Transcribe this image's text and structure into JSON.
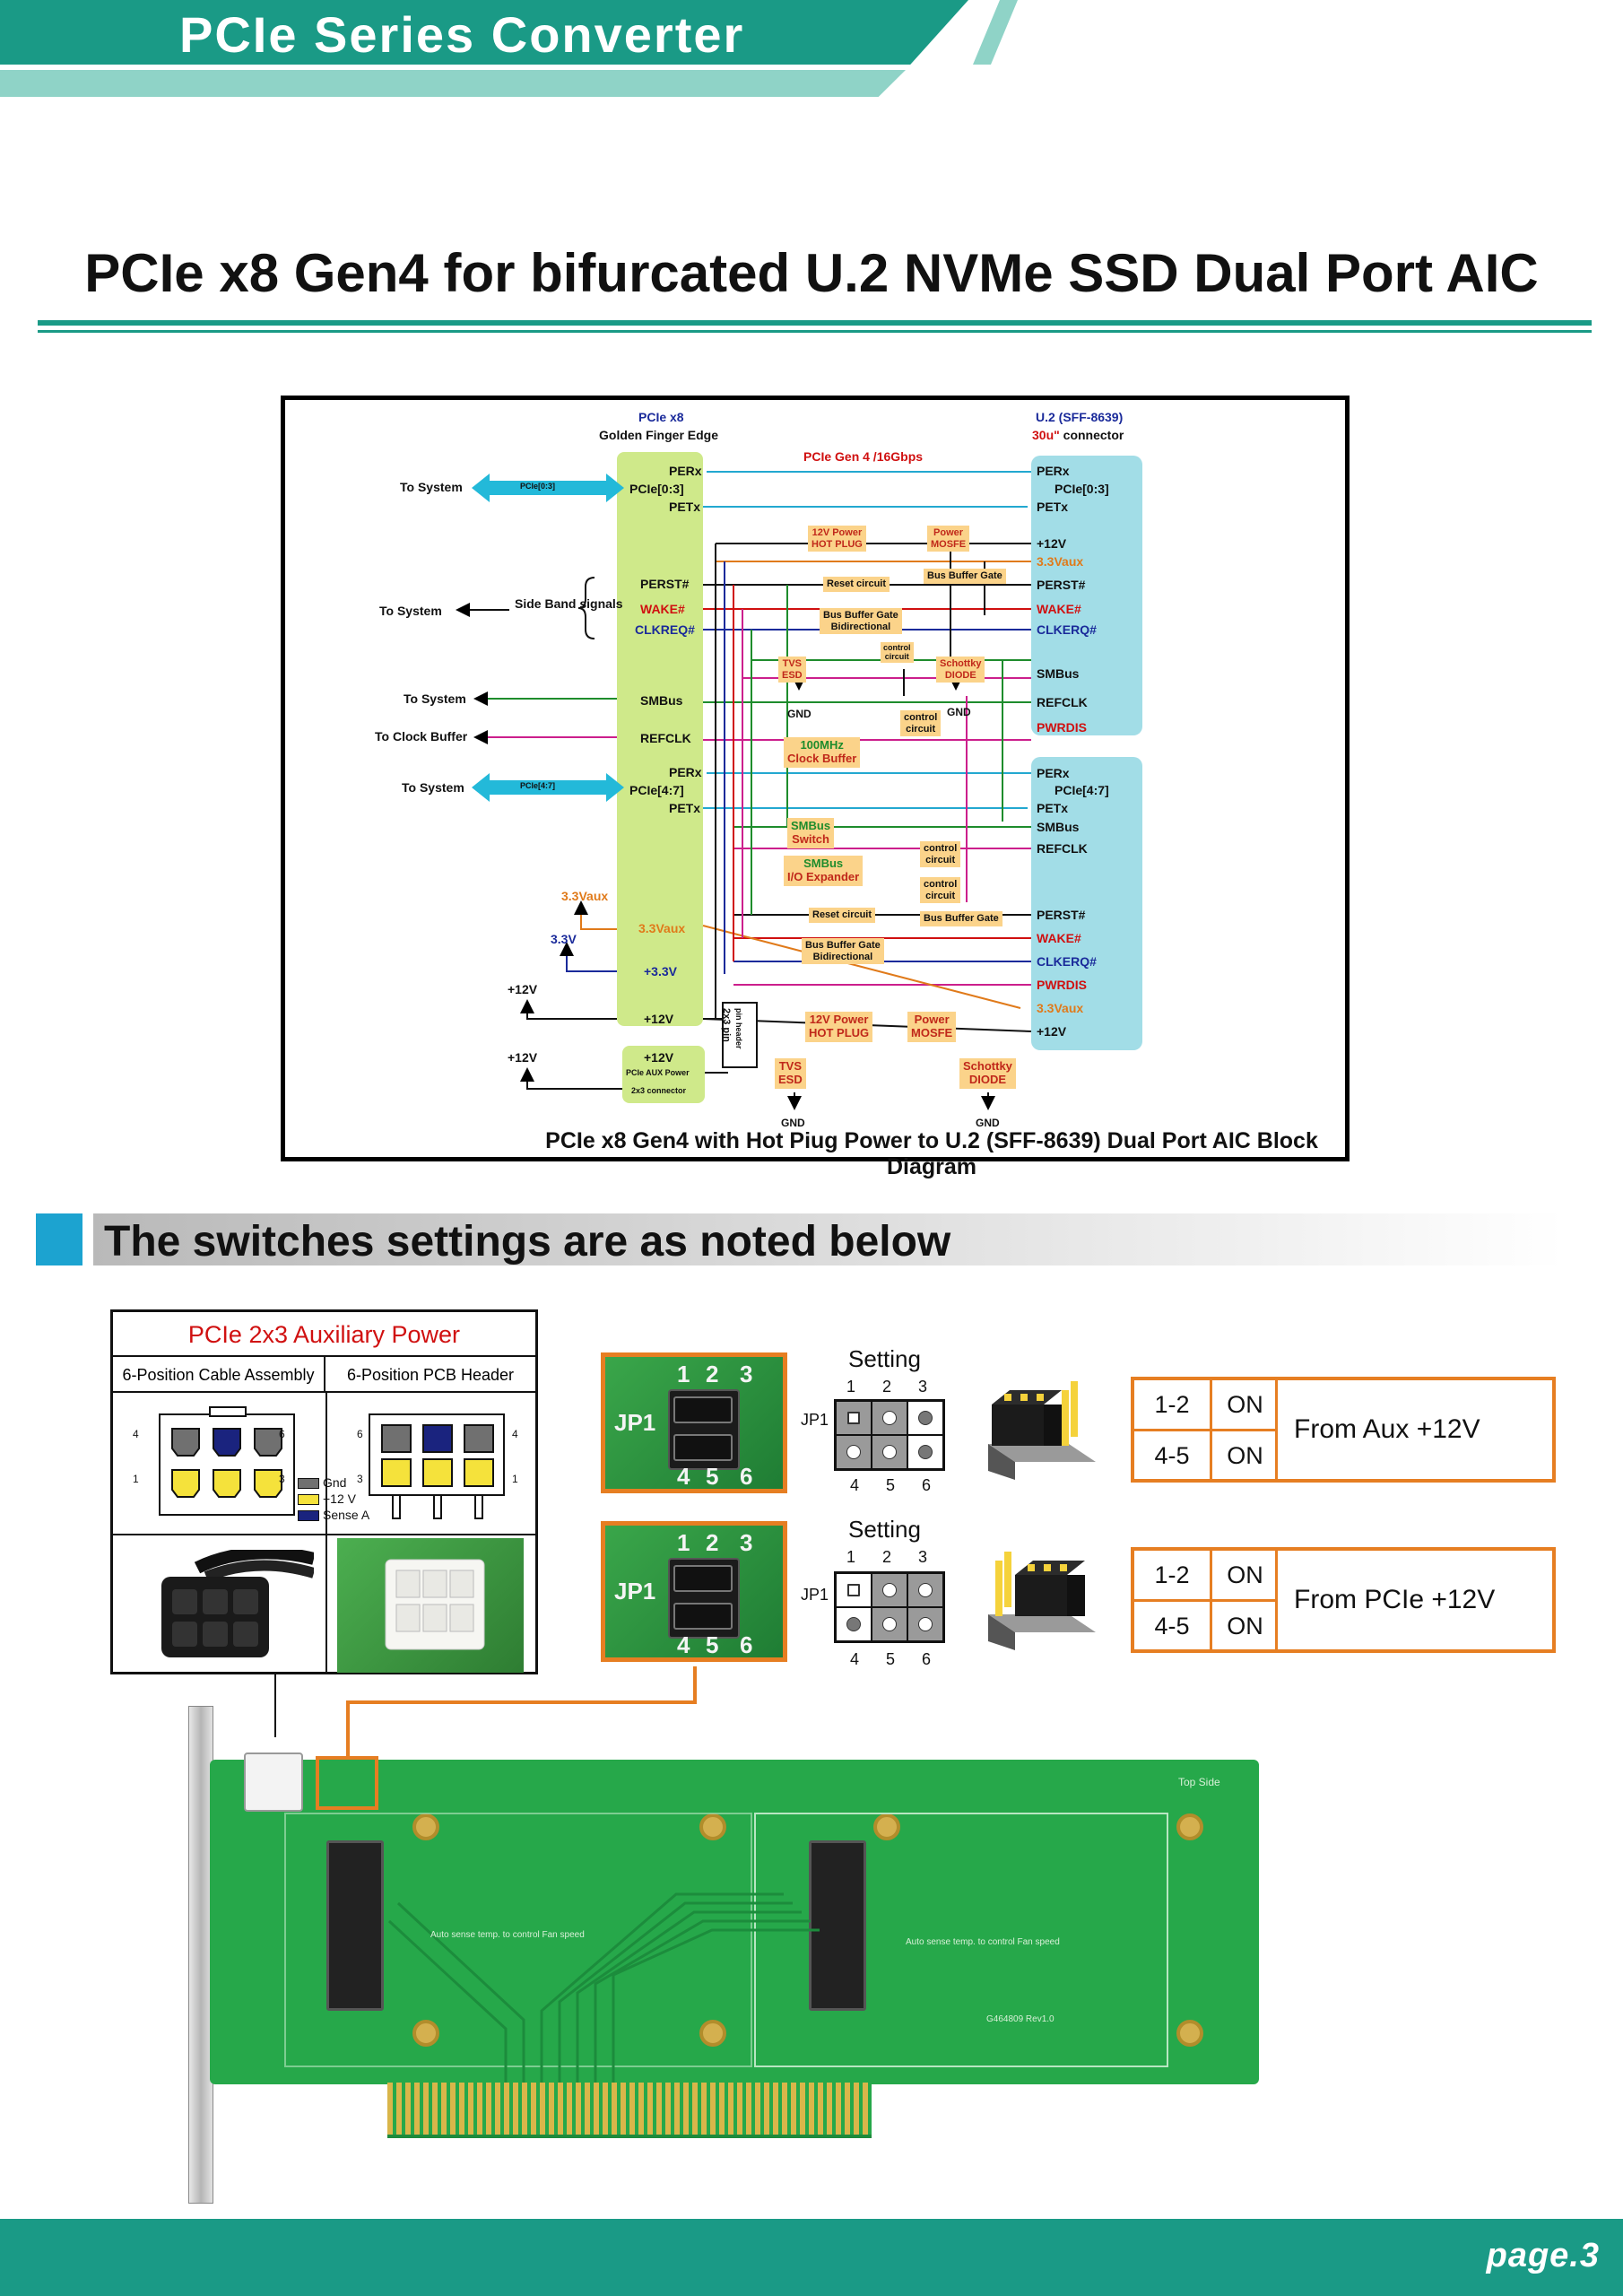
{
  "header": {
    "series_title": "PCIe Series Converter"
  },
  "main_title": "PCIe x8 Gen4 for bifurcated U.2 NVMe SSD Dual Port AIC",
  "diagram": {
    "caption": "PCIe x8 Gen4 with Hot Piug Power to U.2 (SFF-8639) Dual Port AIC Block Diagram",
    "left_header": {
      "line1": "PCIe x8",
      "line2": "Golden Finger Edge"
    },
    "right_header": {
      "line1": "U.2 (SFF-8639)",
      "line2a": "30u\"",
      "line2b": " connector"
    },
    "speed_label": "PCIe Gen 4 /16Gbps",
    "system_labels": {
      "to_system_1": "To System",
      "to_system_2": "To System",
      "side_band": "Side Band signals",
      "to_system_3": "To System",
      "to_clock_buffer": "To Clock Buffer",
      "to_system_4": "To System"
    },
    "arrow_labels": {
      "pcie03": "PCIe[0:3]",
      "pcie47": "PCIe[4:7]"
    },
    "left_pins": {
      "perx1": "PERx",
      "pcie03": "PCIe[0:3]",
      "petx1": "PETx",
      "perst": "PERST#",
      "wake": "WAKE#",
      "clkreq": "CLKREQ#",
      "smbus": "SMBus",
      "refclk": "REFCLK",
      "perx2": "PERx",
      "pcie47": "PCIe[4:7]",
      "petx2": "PETx",
      "v33aux": "3.3Vaux",
      "v33": "+3.3V",
      "v12": "+12V"
    },
    "aux_power": {
      "line1": "+12V",
      "line2": "PCIe AUX Power",
      "line3": "2x3 connector"
    },
    "rails": {
      "v33aux": "3.3Vaux",
      "v33": "3.3V",
      "v12a": "+12V",
      "v12b": "+12V"
    },
    "header_2x3": {
      "line1": "2x3 pin",
      "line2": "pin header"
    },
    "gnd": [
      "GND",
      "GND",
      "GND",
      "GND"
    ],
    "blocks": {
      "hotplug1": [
        "12V Power",
        "HOT PLUG"
      ],
      "mosfe1": [
        "Power",
        "MOSFE"
      ],
      "bus_buffer_gate1": "Bus Buffer Gate",
      "reset1": "Reset circuit",
      "bbg_bidir1": [
        "Bus Buffer Gate",
        "Bidirectional"
      ],
      "control1": [
        "control",
        "circuit"
      ],
      "tvs1": [
        "TVS",
        "ESD"
      ],
      "schottky1": [
        "Schottky",
        "DIODE"
      ],
      "control2": [
        "control",
        "circuit"
      ],
      "clock_buffer": [
        "100MHz",
        "Clock Buffer"
      ],
      "smbus_switch": [
        "SMBus",
        "Switch"
      ],
      "smbus_io": [
        "SMBus",
        "I/O Expander"
      ],
      "control3": [
        "control",
        "circuit"
      ],
      "control4": [
        "control",
        "circuit"
      ],
      "reset2": "Reset circuit",
      "bus_buffer_gate2": "Bus Buffer Gate",
      "bbg_bidir2": [
        "Bus Buffer Gate",
        "Bidirectional"
      ],
      "hotplug2": [
        "12V Power",
        "HOT PLUG"
      ],
      "mosfe2": [
        "Power",
        "MOSFE"
      ],
      "tvs2": [
        "TVS",
        "ESD"
      ],
      "schottky2": [
        "Schottky",
        "DIODE"
      ]
    },
    "right_pins_top": [
      "PERx",
      "PCIe[0:3]",
      "PETx",
      "+12V",
      "3.3Vaux",
      "PERST#",
      "WAKE#",
      "CLKERQ#",
      "SMBus",
      "REFCLK",
      "PWRDIS"
    ],
    "right_pins_bottom": [
      "PERx",
      "PCIe[4:7]",
      "PETx",
      "SMBus",
      "REFCLK",
      "PERST#",
      "WAKE#",
      "CLKERQ#",
      "PWRDIS",
      "3.3Vaux",
      "+12V"
    ]
  },
  "section_title": "The switches settings are as noted below",
  "aux_power_box": {
    "title": "PCIe 2x3 Auxiliary Power",
    "col1": "6-Position Cable Assembly",
    "col2": "6-Position PCB Header",
    "pin_labels": {
      "a": "4",
      "b": "6",
      "c": "1",
      "d": "3",
      "e": "6",
      "f": "4",
      "g": "3",
      "h": "1"
    },
    "legend": [
      "Gnd",
      "+12 V",
      "Sense A"
    ],
    "colors": {
      "gnd": "#707070",
      "v12": "#f5e23b",
      "sense": "#1a237e"
    }
  },
  "jumpers": [
    {
      "photo_label": "JP1",
      "photo_nums_top": [
        "1",
        "2",
        "3"
      ],
      "photo_nums_bottom": [
        "4",
        "5",
        "6"
      ],
      "setting_label": "Setting",
      "grid_label": "JP1",
      "top_nums": [
        "1",
        "2",
        "3"
      ],
      "bottom_nums": [
        "4",
        "5",
        "6"
      ],
      "rows": [
        {
          "pins": "1-2",
          "state": "ON"
        },
        {
          "pins": "4-5",
          "state": "ON"
        }
      ],
      "description": "From Aux +12V"
    },
    {
      "photo_label": "JP1",
      "photo_nums_top": [
        "1",
        "2",
        "3"
      ],
      "photo_nums_bottom": [
        "4",
        "5",
        "6"
      ],
      "setting_label": "Setting",
      "grid_label": "JP1",
      "top_nums": [
        "1",
        "2",
        "3"
      ],
      "bottom_nums": [
        "4",
        "5",
        "6"
      ],
      "rows": [
        {
          "pins": "1-2",
          "state": "ON"
        },
        {
          "pins": "4-5",
          "state": "ON"
        }
      ],
      "description": "From PCIe +12V"
    }
  ],
  "card": {
    "label_top": "Top Side",
    "label_rev": "G464809 Rev1.0",
    "label_fan1": "Auto sense temp. to control Fan speed",
    "label_fan2": "Auto sense temp. to control Fan speed"
  },
  "footer": {
    "page": "page.3"
  },
  "colors": {
    "teal": "#1a9a86",
    "teal_light": "#8fd3c7",
    "orange": "#e67e22",
    "red": "#d01010",
    "blue_square": "#1ca3d0"
  }
}
